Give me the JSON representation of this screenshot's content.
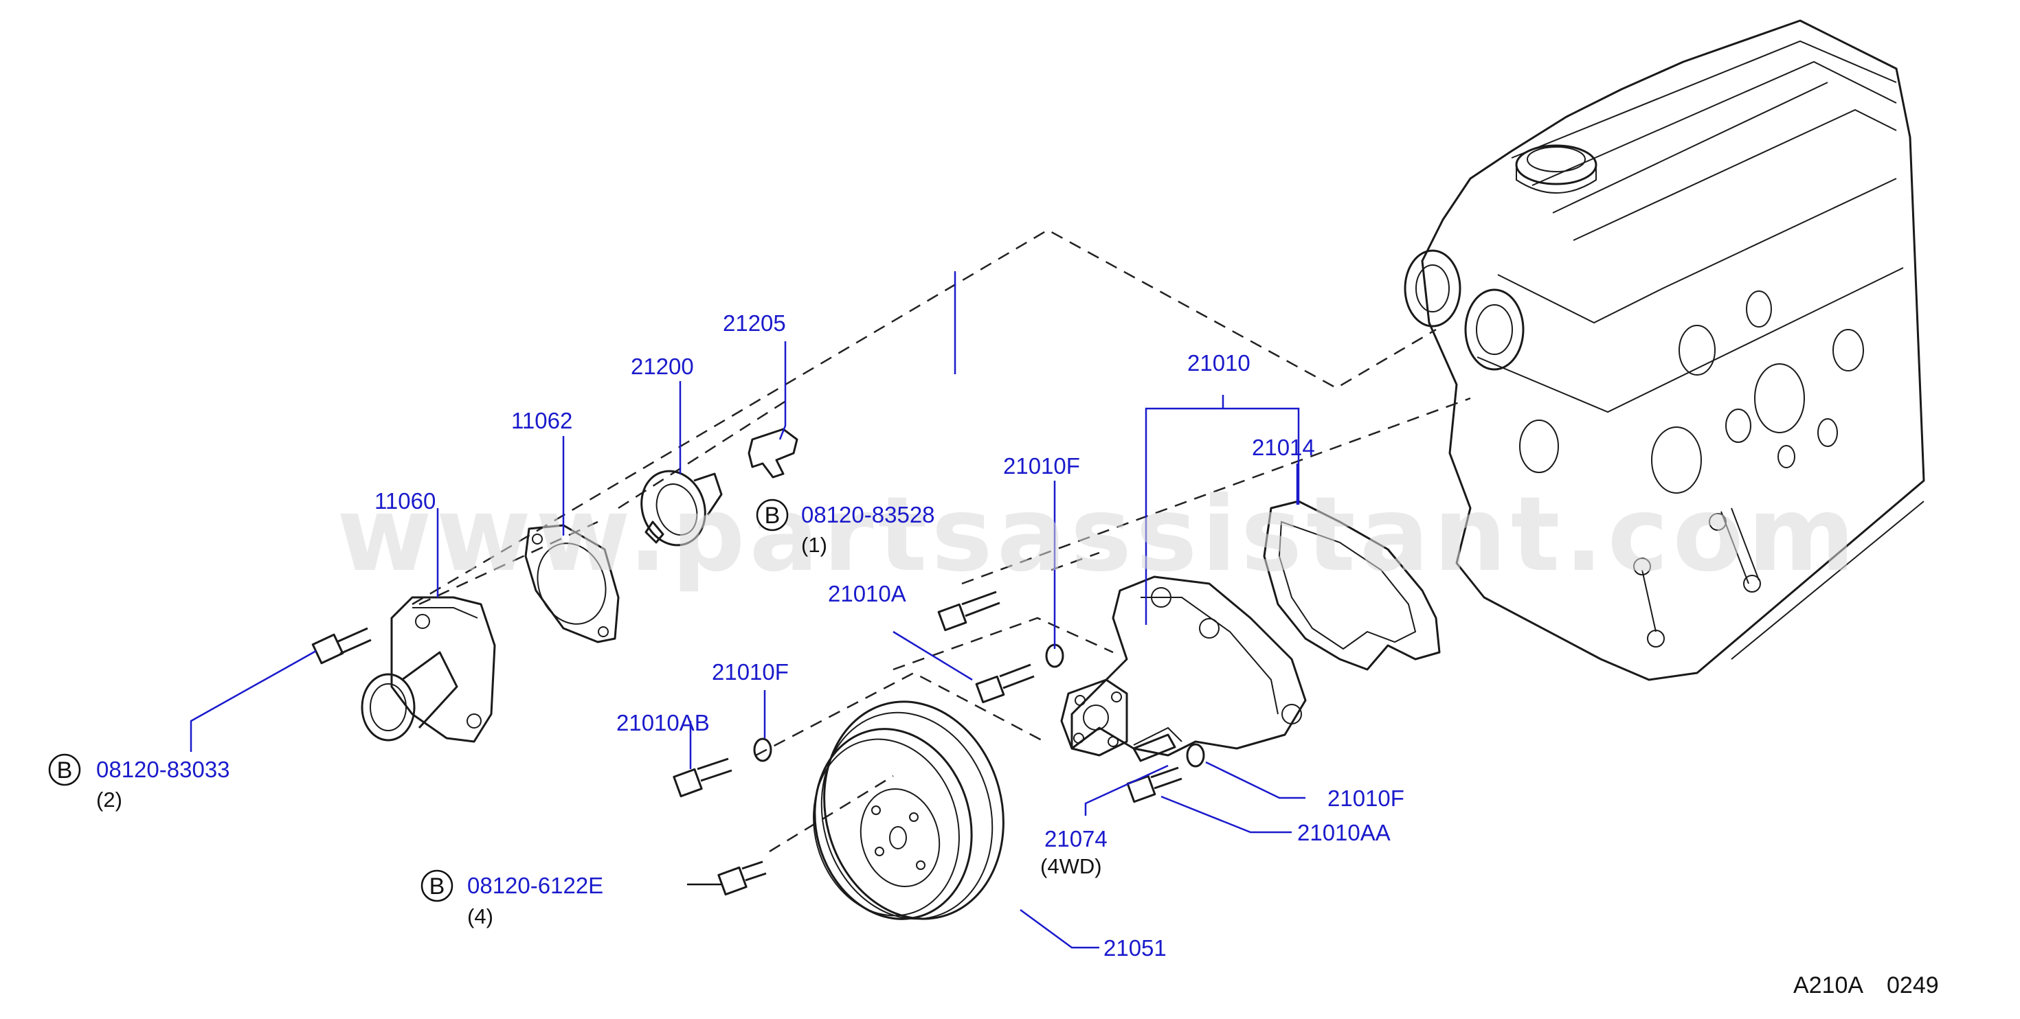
{
  "watermark": "www.partsassistant.com",
  "parts": {
    "p21205": "21205",
    "p21200": "21200",
    "p11062": "11062",
    "p11060": "11060",
    "p21010": "21010",
    "p21014": "21014",
    "p21010F_top": "21010F",
    "p21010A": "21010A",
    "p21010F_mid": "21010F",
    "p21010AB": "21010AB",
    "p21010F_right": "21010F",
    "p21010AA": "21010AA",
    "p21074": "21074",
    "p21074_note": "(4WD)",
    "p21051": "21051"
  },
  "bolts": [
    {
      "marker": "B",
      "number": "08120-83528",
      "qty": "(1)"
    },
    {
      "marker": "B",
      "number": "08120-83033",
      "qty": "(2)"
    },
    {
      "marker": "B",
      "number": "08120-6122E",
      "qty": "(4)"
    }
  ],
  "diagram_code": "A210A",
  "diagram_page": "0249",
  "colors": {
    "label": "#1a1acc",
    "line": "#1a1a1a",
    "watermark": "#d9d9d9"
  }
}
